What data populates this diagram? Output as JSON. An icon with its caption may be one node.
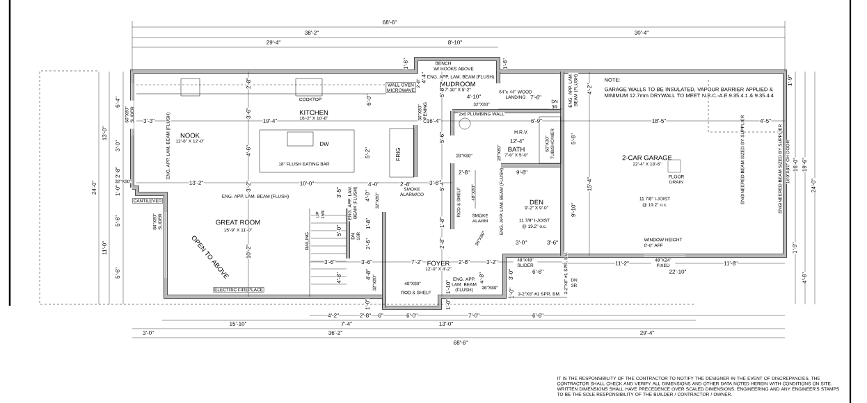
{
  "diagram": {
    "nodes": [
      {
        "text": [
          "WALL OVEN",
          "MICROWAVE"
        ]
      },
      {
        "text": [
          "CANTILEVER"
        ]
      },
      {
        "text": [
          "ELECTRIC FIREPLACE"
        ]
      }
    ],
    "labels": [
      "68'-6\"",
      "38'-2\"",
      "30'-4\"",
      "29'-4\"",
      "8'-10\"",
      "1'-6\"",
      "BENCH",
      "1'-6\"",
      "W/ HOOKS ABOVE",
      "2'-8\"",
      "2'-8\"",
      "4'-4\"",
      "MUDROOM",
      "ENG. APP. LAM. BEAM (FLUSH)",
      "NOTE:",
      "1'-9\"",
      "5'-8\"",
      "7'-10\" X 5'-2\"",
      "ENG. APP. LAM. BEAM (FLUSH)",
      "4'-2\"",
      "GARAGE WALLS TO BE INSULATED, VAPOUR BARRIER APPLIED & MINIMUM 12.7mm DRYWALL TO MEET N.B.C.-A.E.9.35.4.1 & 9.35.4.4",
      "4'-10\"",
      "64\"x 44\" WOOD LANDING",
      "7'-6\"",
      "6'-4\"",
      "COOKTOP",
      "6'-0\"",
      "32\"X80\"",
      "DN 3R",
      "60\"X80\" SLIDER",
      "3'-6\"",
      "KITCHEN",
      "30\"X80\" OPENING",
      "2x6 PLUMBING WALL",
      "3'-3\"",
      "19'-4\"",
      "16'-2\" X 10'-8\"",
      "16'-4\"",
      "6'-9\"",
      "18'-5\"",
      "4'-5\"",
      "13'-0\"",
      "NOOK",
      "H.R.V.",
      "12'-8\" X 12'-0\"",
      "5'-6\"",
      "12'-4\"",
      "5'-6\"",
      "3'-0\"",
      "ENG. APP. LAM. BEAM (FLUSH)",
      "DW",
      "60\"X30\" TUB/SHOWER",
      "4'-6\"",
      "5'-2\"",
      "28\"X80\"",
      "BATH",
      "FRIG",
      "28\"X80\"",
      "7'-6\" X 5'-0\"",
      "2-CAR GARAGE",
      "18\" FLUSH EATING BAR",
      "22'-4\" X 18'-6\"",
      "ENGINEERED BEAM SIZED BY SUPPLIER",
      "16'0\"X8'0\" OH DOOR",
      "16'-0\"",
      "19'-6\"",
      "ENGINEERED BEAM SIZED BY SUPPLIER",
      "2'-8\"",
      "2'-8\"",
      "9'-8\"",
      "FLOOR DRAIN",
      "24'-0\"",
      "1'-0\"",
      "32\"X80\"",
      "13'-2\"",
      "3'-2\"",
      "10'-0\"",
      "3'-5\"",
      "4'-0\"",
      "4'-0\"",
      "2'-8\"",
      "SMOKE ALARM/CO",
      "3'-6\"",
      "5'-4\"",
      "48\"X80\"",
      "15'-4\"",
      "24'-0\"",
      "ENG. APP. LAM. BEAM (FLUSH)",
      "32\"X80\"",
      "11 7/8\" I-JOIST",
      "ENG. APP. LAM. BEAM (FLUSH)",
      "ROD & SHELF",
      "ENG. APP. LAM. BEAM (FLUSH)",
      "DEN",
      "@ 19.2\" o.c.",
      "9'-2\" X 9'-0\"",
      "9'-10\"",
      "UP 16R",
      "5'-6\"",
      "84\"X80\" SLIDER",
      "GREAT ROOM",
      "1'-8\"",
      "SMOKE ALARM",
      "11 7/8\" I-JOIST",
      "1'-8\"",
      "@ 19.2\" o.c.",
      "15'-9\" X 11'-0\"",
      "5'-0\"",
      "DN 16R",
      "36\"X80\"",
      "WINDOW HEIGHT",
      "RAILING",
      "2'-6\"",
      "2'-8\"",
      "3'-0\"",
      "3'-6\"",
      "8'-0\" AFF",
      "11'-0\"",
      "10'-2\"",
      "1'-9\"",
      "OPEN TO ABOVE",
      "3'-6\"",
      "3'-6\"",
      "7'-2\"",
      "FOYER",
      "2'-8\"",
      "3'-2\"",
      "48\"X48\" SLIDER",
      "11'-2\"",
      "48\"X24\" FIXED",
      "11'-8\"",
      "5'-6\"",
      "12'-0\" X 4'-2\"",
      "6'-6\"",
      "3-2\"X8\" #1 SPR. BM.",
      "22'-10\"",
      "4'-8\"",
      "4'-8\"",
      "4'-8\"",
      "3'-0\"",
      "4'-6\"",
      "32\"X80\"",
      "48\"X80\"",
      "ENG. APP. LAM. BEAM (FLUSH)",
      "DN 3R",
      "1'-10\"",
      "36\"X80\"",
      "ROD & SHELF",
      "1'-0\"",
      "3-2\"X8\" #1 SPR. BM.",
      "1'-0\"",
      "1'-0\"",
      "4'-2\"",
      "2'-8\"",
      "6\"",
      "6'-0\"",
      "7'-0\"",
      "6'-6\"",
      "15'-10\"",
      "7'-4\"",
      "13'-0\"",
      "3'-0\"",
      "36'-2\"",
      "29'-4\"",
      "68'-6\"",
      "IT IS THE RESPONSIBILITY OF THE CONTRACTOR TO NOTIFY THE DESIGNER IN THE EVENT OF DISCREPANCIES. THE CONTRACTOR SHALL CHECK AND VERIFY ALL DIMENSIONS AND OTHER DATA NOTED HEREIN WITH CONDITIONS ON SITE. WRITTEN DIMENSIONS SHALL HAVE PRECEDENCE OVER SCALED DIMENSIONS. ENGINEERING AND ANY ENGINEER'S STAMPS TO BE THE SOLE RESPONSIBILITY OF THE BUILDER / CONTRACTOR / OWNER."
    ]
  }
}
